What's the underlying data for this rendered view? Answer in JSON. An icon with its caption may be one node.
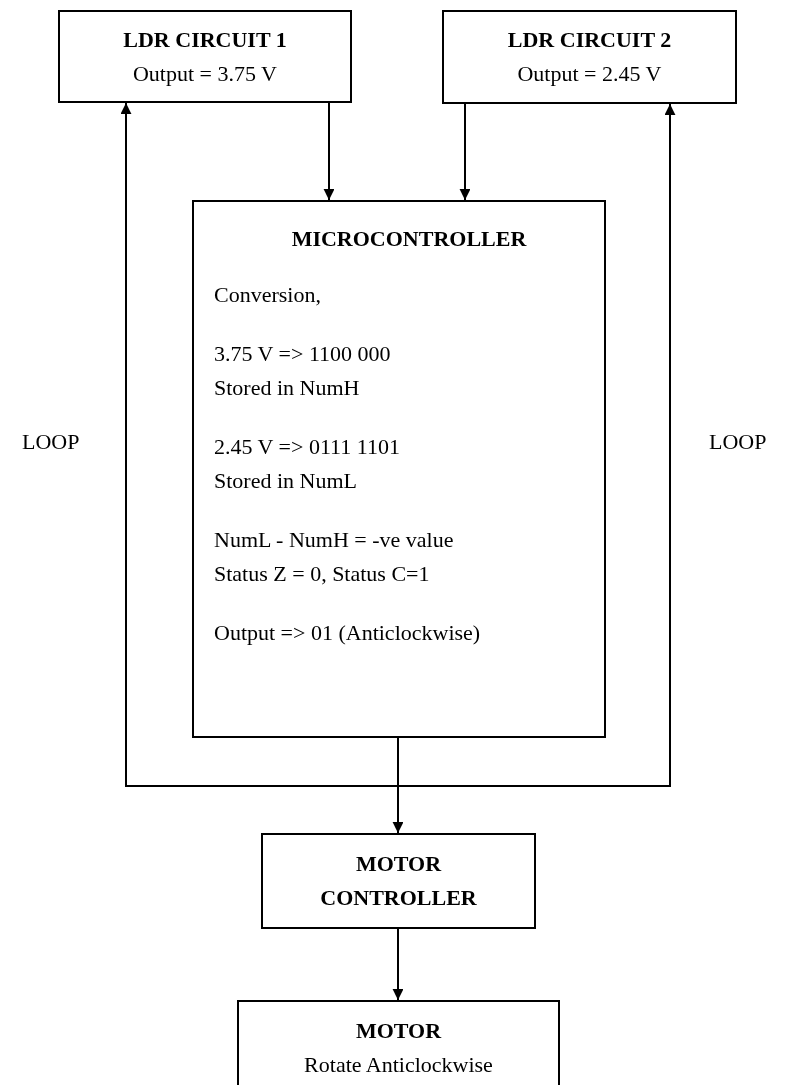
{
  "diagram": {
    "nodes": [
      {
        "text": [
          "LDR CIRCUIT 1",
          "Output = 3.75 V"
        ]
      },
      {
        "text": [
          "LDR CIRCUIT 2",
          "Output = 2.45 V"
        ]
      },
      {
        "text": [
          "MICROCONTROLLER",
          "Conversion,",
          "3.75 V => 1100 000",
          "Stored in NumH",
          "2.45 V => 0111 1101",
          "Stored in NumL",
          "NumL - NumH = -ve value",
          "Status Z = 0, Status C=1",
          "Output => 01 (Anticlockwise)"
        ]
      },
      {
        "text": [
          "MOTOR CONTROLLER"
        ]
      },
      {
        "text": [
          "MOTOR",
          "Rotate Anticlockwise"
        ]
      }
    ],
    "edges": [
      {
        "from": 0,
        "to": 2,
        "arrow": "to"
      },
      {
        "from": 1,
        "to": 2,
        "arrow": "to"
      },
      {
        "from": 2,
        "to": 0,
        "arrow": "to",
        "label": "LOOP"
      },
      {
        "from": 2,
        "to": 1,
        "arrow": "to",
        "label": "LOOP"
      },
      {
        "from": 2,
        "to": 3,
        "arrow": "to"
      },
      {
        "from": 3,
        "to": 4,
        "arrow": "to"
      }
    ]
  }
}
